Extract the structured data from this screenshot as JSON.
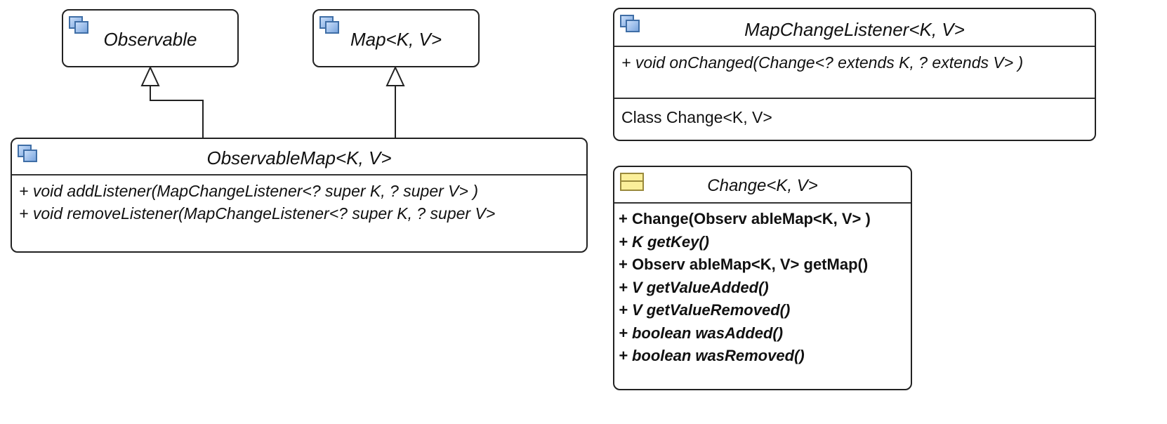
{
  "observable": {
    "title": "Observable",
    "icon": "interface-icon"
  },
  "map": {
    "title": "Map<K, V>",
    "icon": "interface-icon"
  },
  "observable_map": {
    "title": "ObservableMap<K, V>",
    "icon": "interface-icon",
    "methods": [
      "+ void addListener(MapChangeListener<? super K, ? super V> )",
      "+ void removeListener(MapChangeListener<? super K, ? super V>"
    ]
  },
  "map_change_listener": {
    "title": "MapChangeListener<K, V>",
    "icon": "interface-icon",
    "methods": [
      "+ void onChanged(Change<? extends K, ? extends V> )"
    ],
    "nested": "Class Change<K, V>"
  },
  "change": {
    "title": "Change<K, V>",
    "icon": "class-icon",
    "methods": [
      "+ Change(Observ ableMap<K, V> )",
      "+ K getKey()",
      "+ Observ ableMap<K, V> getMap()",
      "+ V getValueAdded()",
      "+ V getValueRemoved()",
      "+ boolean wasAdded()",
      "+ boolean wasRemoved()"
    ]
  },
  "colors": {
    "interface_icon": "#7aa5dd",
    "class_icon": "#fbef9a",
    "stroke": "#222222"
  }
}
